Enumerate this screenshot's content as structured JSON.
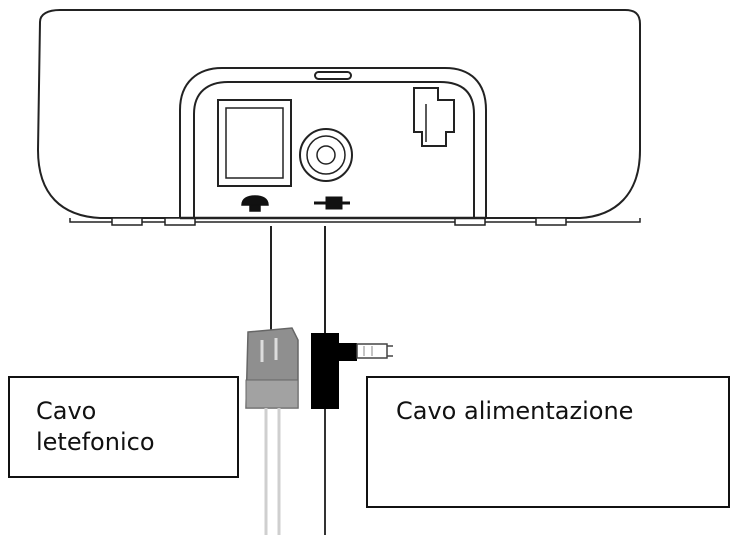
{
  "labels": {
    "phone_cable": [
      "Cavo",
      "letefonico"
    ],
    "power_cable": "Cavo alimentazione"
  },
  "colors": {
    "outline": "#111111",
    "phone_plug": "#8f8f8f",
    "power_plug": "#000000",
    "cable_light": "#cfcfcf"
  }
}
